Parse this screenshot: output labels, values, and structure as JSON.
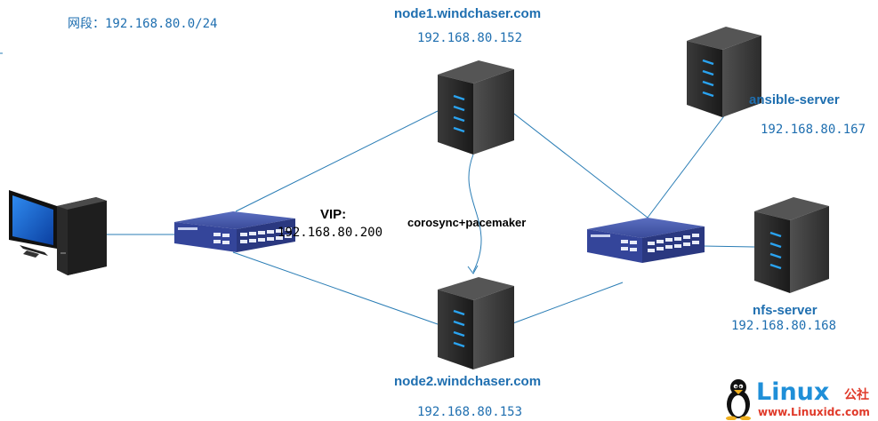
{
  "subnet": "网段：192.168.80.0/24",
  "vip": {
    "title": "VIP:",
    "ip": "192.168.80.200"
  },
  "ha_label": "corosync+pacemaker",
  "node1": {
    "host": "node1.windchaser.com",
    "ip": "192.168.80.152"
  },
  "node2": {
    "host": "node2.windchaser.com",
    "ip": "192.168.80.153"
  },
  "ansible": {
    "host": "ansible-server",
    "ip": "192.168.80.167"
  },
  "nfs": {
    "host": "nfs-server",
    "ip": "192.168.80.168"
  },
  "logo": {
    "brand": "Linux",
    "cn": "公社",
    "url": "www.Linuxidc.com"
  },
  "colors": {
    "label_blue": "#1f6fb0",
    "link_blue": "#2a7db5",
    "switch_blue": "#34459a",
    "server_dark": "#2b2b2b",
    "led_blue": "#2aa3f0"
  }
}
